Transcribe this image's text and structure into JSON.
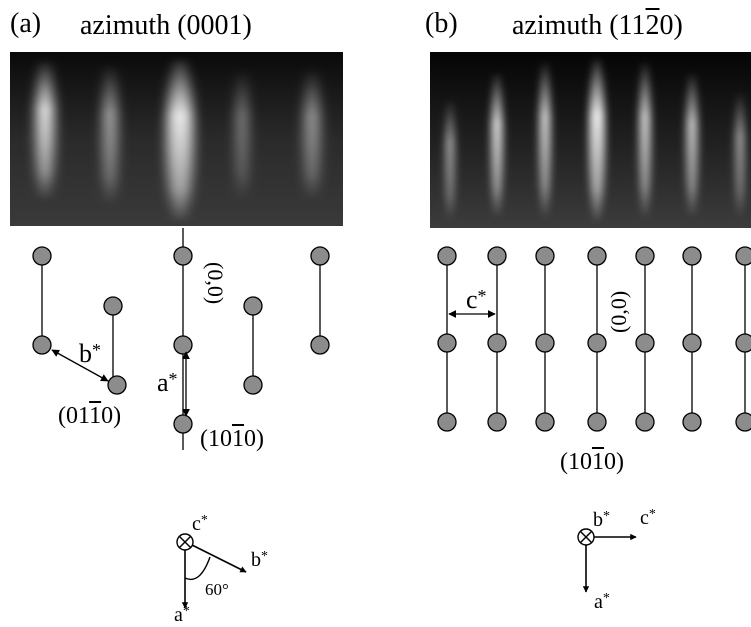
{
  "panel_a": {
    "label": "(a)",
    "title_prefix": "azimuth",
    "title_index": "(0001)",
    "annotations": {
      "b_star": "b",
      "a_star": "a",
      "star": "*",
      "origin": "(0,0)",
      "spot1_pre": "(01",
      "spot1_bar": "1",
      "spot1_post": "0)",
      "spot2_pre": "(10",
      "spot2_bar": "1",
      "spot2_post": "0)"
    },
    "axes": {
      "c": "c",
      "b": "b",
      "a": "a",
      "star": "*",
      "angle": "60°"
    }
  },
  "panel_b": {
    "label": "(b)",
    "title_prefix": "azimuth",
    "title_pre": "(11",
    "title_bar": "2",
    "title_post": "0)",
    "annotations": {
      "c_star": "c",
      "star": "*",
      "origin": "(0,0)",
      "spot_pre": "(10",
      "spot_bar": "1",
      "spot_post": "0)"
    },
    "axes": {
      "b": "b",
      "c": "c",
      "a": "a",
      "star": "*"
    }
  },
  "colors": {
    "spot_fill": "#8c8c8c",
    "line": "#000000",
    "pattern_bg": "#1a1a1a",
    "streak": "#f2f2f2"
  }
}
